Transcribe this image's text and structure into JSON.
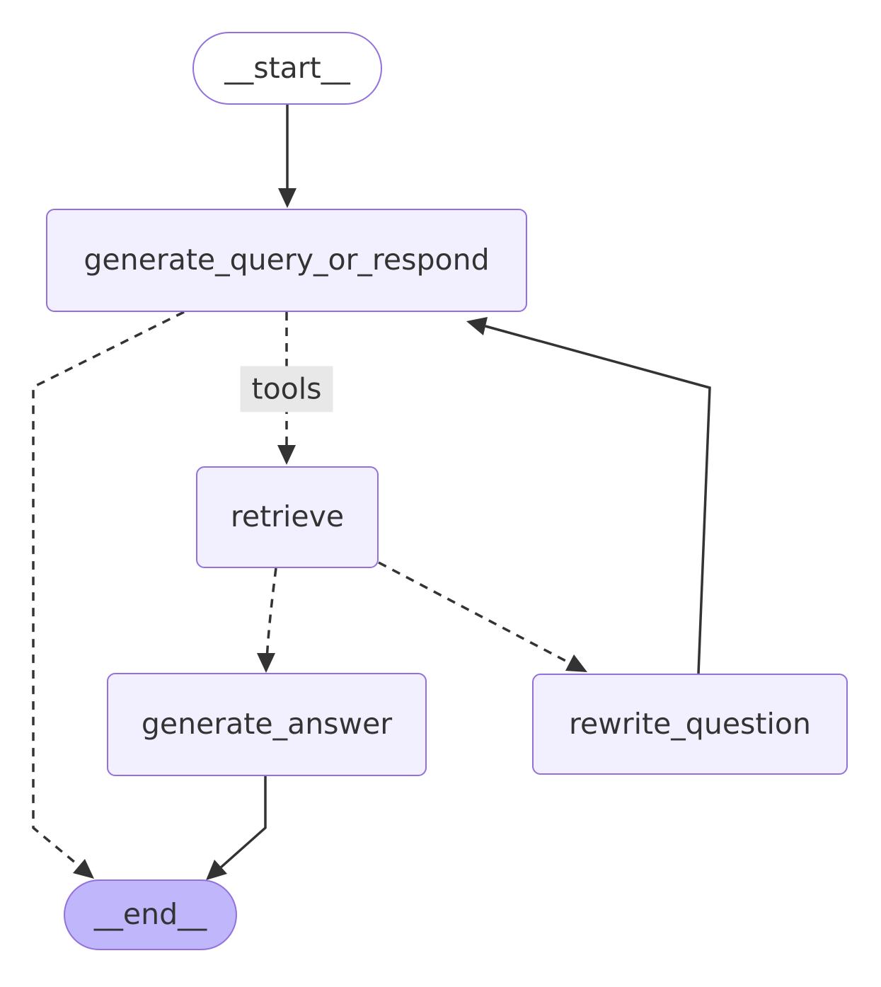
{
  "diagram": {
    "type": "flowchart",
    "direction": "top-down",
    "nodes": [
      {
        "id": "__start__",
        "label": "__start__",
        "shape": "stadium",
        "fill": "#ffffff"
      },
      {
        "id": "generate_query_or_respond",
        "label": "generate_query_or_respond",
        "shape": "rect",
        "fill": "#f2f0ff"
      },
      {
        "id": "retrieve",
        "label": "retrieve",
        "shape": "rect",
        "fill": "#f2f0ff"
      },
      {
        "id": "generate_answer",
        "label": "generate_answer",
        "shape": "rect",
        "fill": "#f2f0ff"
      },
      {
        "id": "rewrite_question",
        "label": "rewrite_question",
        "shape": "rect",
        "fill": "#f2f0ff"
      },
      {
        "id": "__end__",
        "label": "__end__",
        "shape": "stadium",
        "fill": "#bfb6fc"
      }
    ],
    "edges": [
      {
        "from": "__start__",
        "to": "generate_query_or_respond",
        "style": "solid",
        "label": ""
      },
      {
        "from": "generate_query_or_respond",
        "to": "retrieve",
        "style": "dashed",
        "label": "tools"
      },
      {
        "from": "generate_query_or_respond",
        "to": "__end__",
        "style": "dashed",
        "label": ""
      },
      {
        "from": "retrieve",
        "to": "generate_answer",
        "style": "dashed",
        "label": ""
      },
      {
        "from": "retrieve",
        "to": "rewrite_question",
        "style": "dashed",
        "label": ""
      },
      {
        "from": "generate_answer",
        "to": "__end__",
        "style": "solid",
        "label": ""
      },
      {
        "from": "rewrite_question",
        "to": "generate_query_or_respond",
        "style": "solid",
        "label": ""
      }
    ],
    "colors": {
      "node_fill": "#f2f0ff",
      "node_border": "#9370db",
      "end_fill": "#bfb6fc",
      "start_fill": "#ffffff",
      "edge_stroke": "#333333",
      "edge_label_bg": "#e8e8e8",
      "text": "#333333"
    }
  }
}
